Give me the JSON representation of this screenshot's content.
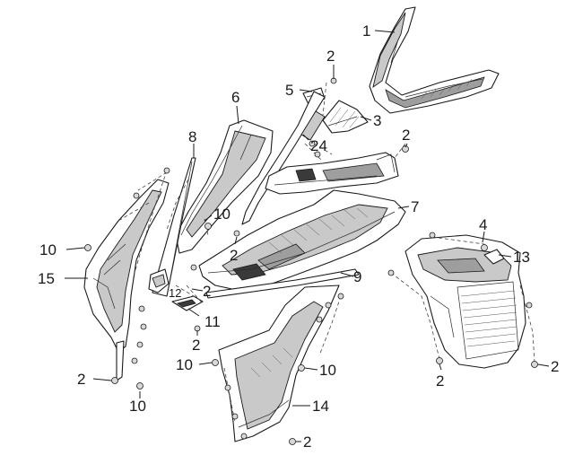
{
  "diagram": {
    "callouts": {
      "c1": "1",
      "c2a": "2",
      "c2b": "2",
      "c2c": "2",
      "c2d": "2",
      "c2e": "2",
      "c2f": "2",
      "c2g": "2",
      "c2h": "2",
      "c2i": "2",
      "c3": "3",
      "c4": "4",
      "c5": "5",
      "c6": "6",
      "c7": "7",
      "c8": "8",
      "c9": "9",
      "c10a": "10",
      "c10b": "10",
      "c10c": "10",
      "c10d": "10",
      "c10e": "10",
      "c11": "11",
      "c12": "12",
      "c13": "13",
      "c14": "14",
      "c15": "15",
      "c24": "24"
    }
  }
}
